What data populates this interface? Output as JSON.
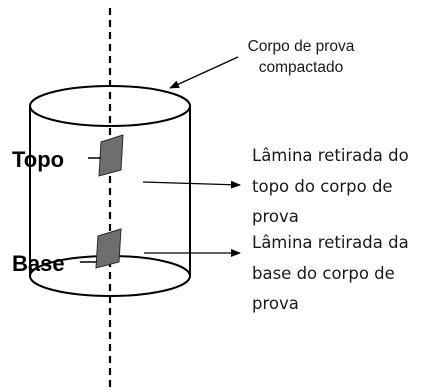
{
  "annotation": {
    "lines": [
      "Corpo de prova",
      "compactado"
    ]
  },
  "labels": {
    "topo": "Topo",
    "base": "Base"
  },
  "descriptions": {
    "top": [
      "Lâmina retirada do",
      "topo do corpo de",
      "prova"
    ],
    "bottom": [
      "Lâmina retirada da",
      "base do corpo de",
      "prova"
    ]
  },
  "colors": {
    "stroke": "#000000",
    "slab_fill": "#6e6e6e",
    "text": "#1a1a1a"
  }
}
